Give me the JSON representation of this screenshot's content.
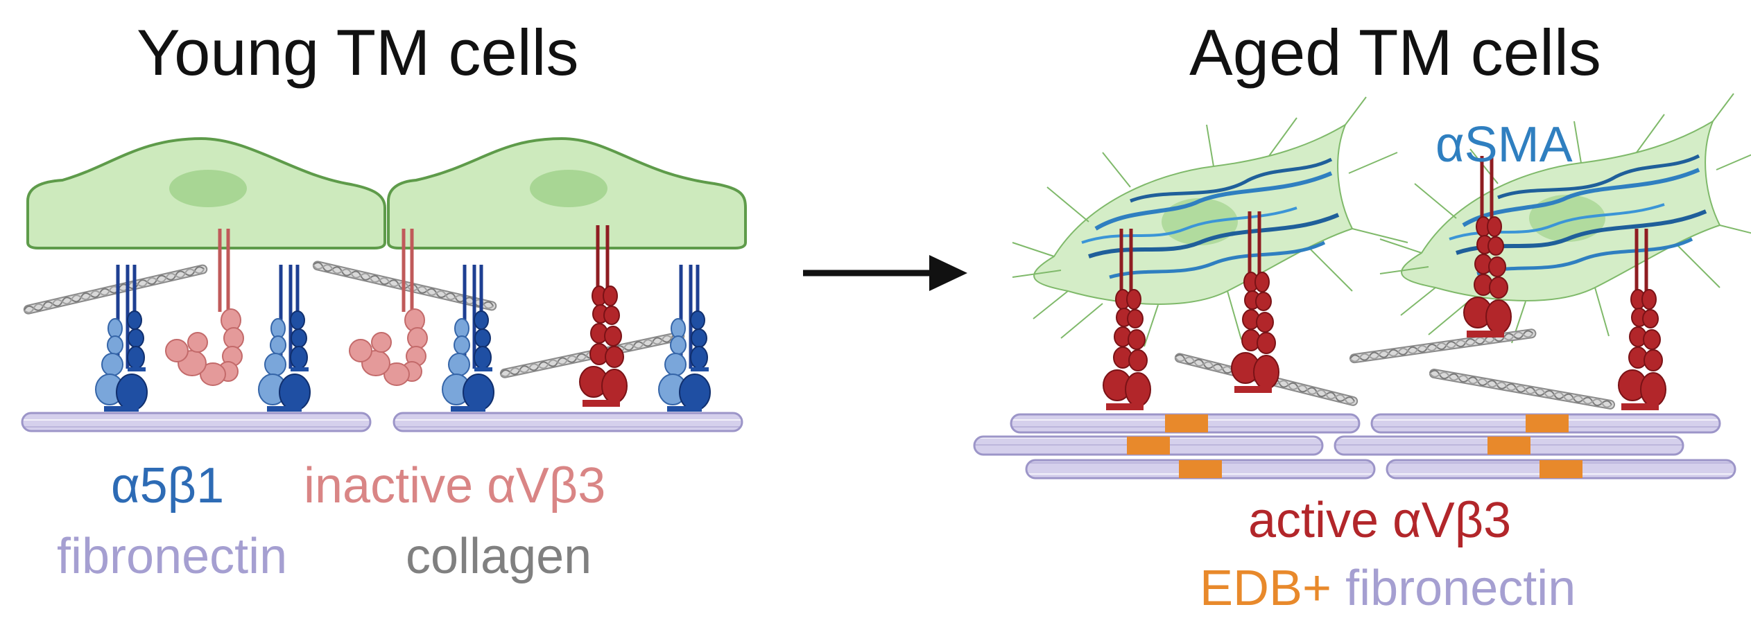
{
  "panels": {
    "left_title": "Young TM cells",
    "right_title": "Aged TM cells"
  },
  "labels": {
    "a5b1": "α5β1",
    "inactive_avb3": "inactive αVβ3",
    "fibronectin_left": "fibronectin",
    "collagen": "collagen",
    "asma": "αSMA",
    "active_avb3": "active αVβ3",
    "edb_plus": "EDB+",
    "fibronectin_right": "fibronectin"
  },
  "colors": {
    "cell_fill": "#cdeabd",
    "cell_stroke": "#5e9b4a",
    "a5b1": "#2d6bb5",
    "inactive_avb3": "#d98585",
    "active_avb3": "#b2262a",
    "fibronectin": "#a59fd1",
    "collagen": "#808080",
    "edb": "#e8892b",
    "asma": "#2f7fc0"
  },
  "icons": {
    "arrow": "arrow-right-icon"
  }
}
